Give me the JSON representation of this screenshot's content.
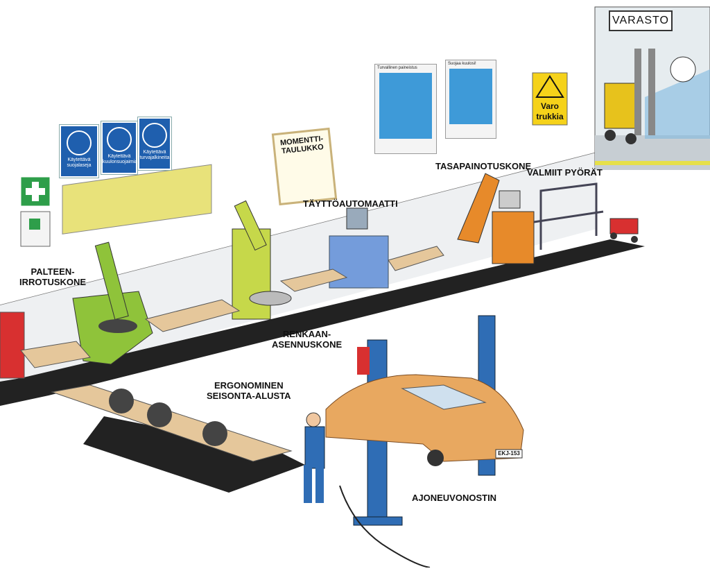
{
  "labels": {
    "varasto": "VARASTO",
    "palteen": "PALTEEN-\nIRROTUSKONE",
    "renkaan": "RENKAAN-\nASENNUSKONE",
    "ergonominen": "ERGONOMINEN\nSEISONTA-ALUSTA",
    "tayttoautomaatti": "TÄYTTÖAUTOMAATTI",
    "tasapainotuskone": "TASAPAINOTUSKONE",
    "valmiit": "VALMIIT PYÖRÄT",
    "ajoneuvonostin": "AJONEUVONOSTIN"
  },
  "signs": [
    {
      "text": "Käytettävä\nsuojalaseja",
      "icon": "goggles-icon"
    },
    {
      "text": "Käytettävä\nkuulonsuojaimia",
      "icon": "ear-protection-icon"
    },
    {
      "text": "Käytettävä\nturvajalkineita",
      "icon": "boot-icon"
    }
  ],
  "momentti": "MOMENTTI-\nTAULUKKO",
  "posters": [
    "Turvallinen paineistus",
    "Suojaa kuulosi!"
  ],
  "warning": "Varo\ntrukkia",
  "plate": "EKJ-153",
  "colors": {
    "sign_blue": "#1f5fae",
    "first_aid_green": "#2e9e4a",
    "warning_yellow": "#f5d21a",
    "lift_blue": "#2f6db5",
    "car_orange": "#e8a860"
  }
}
